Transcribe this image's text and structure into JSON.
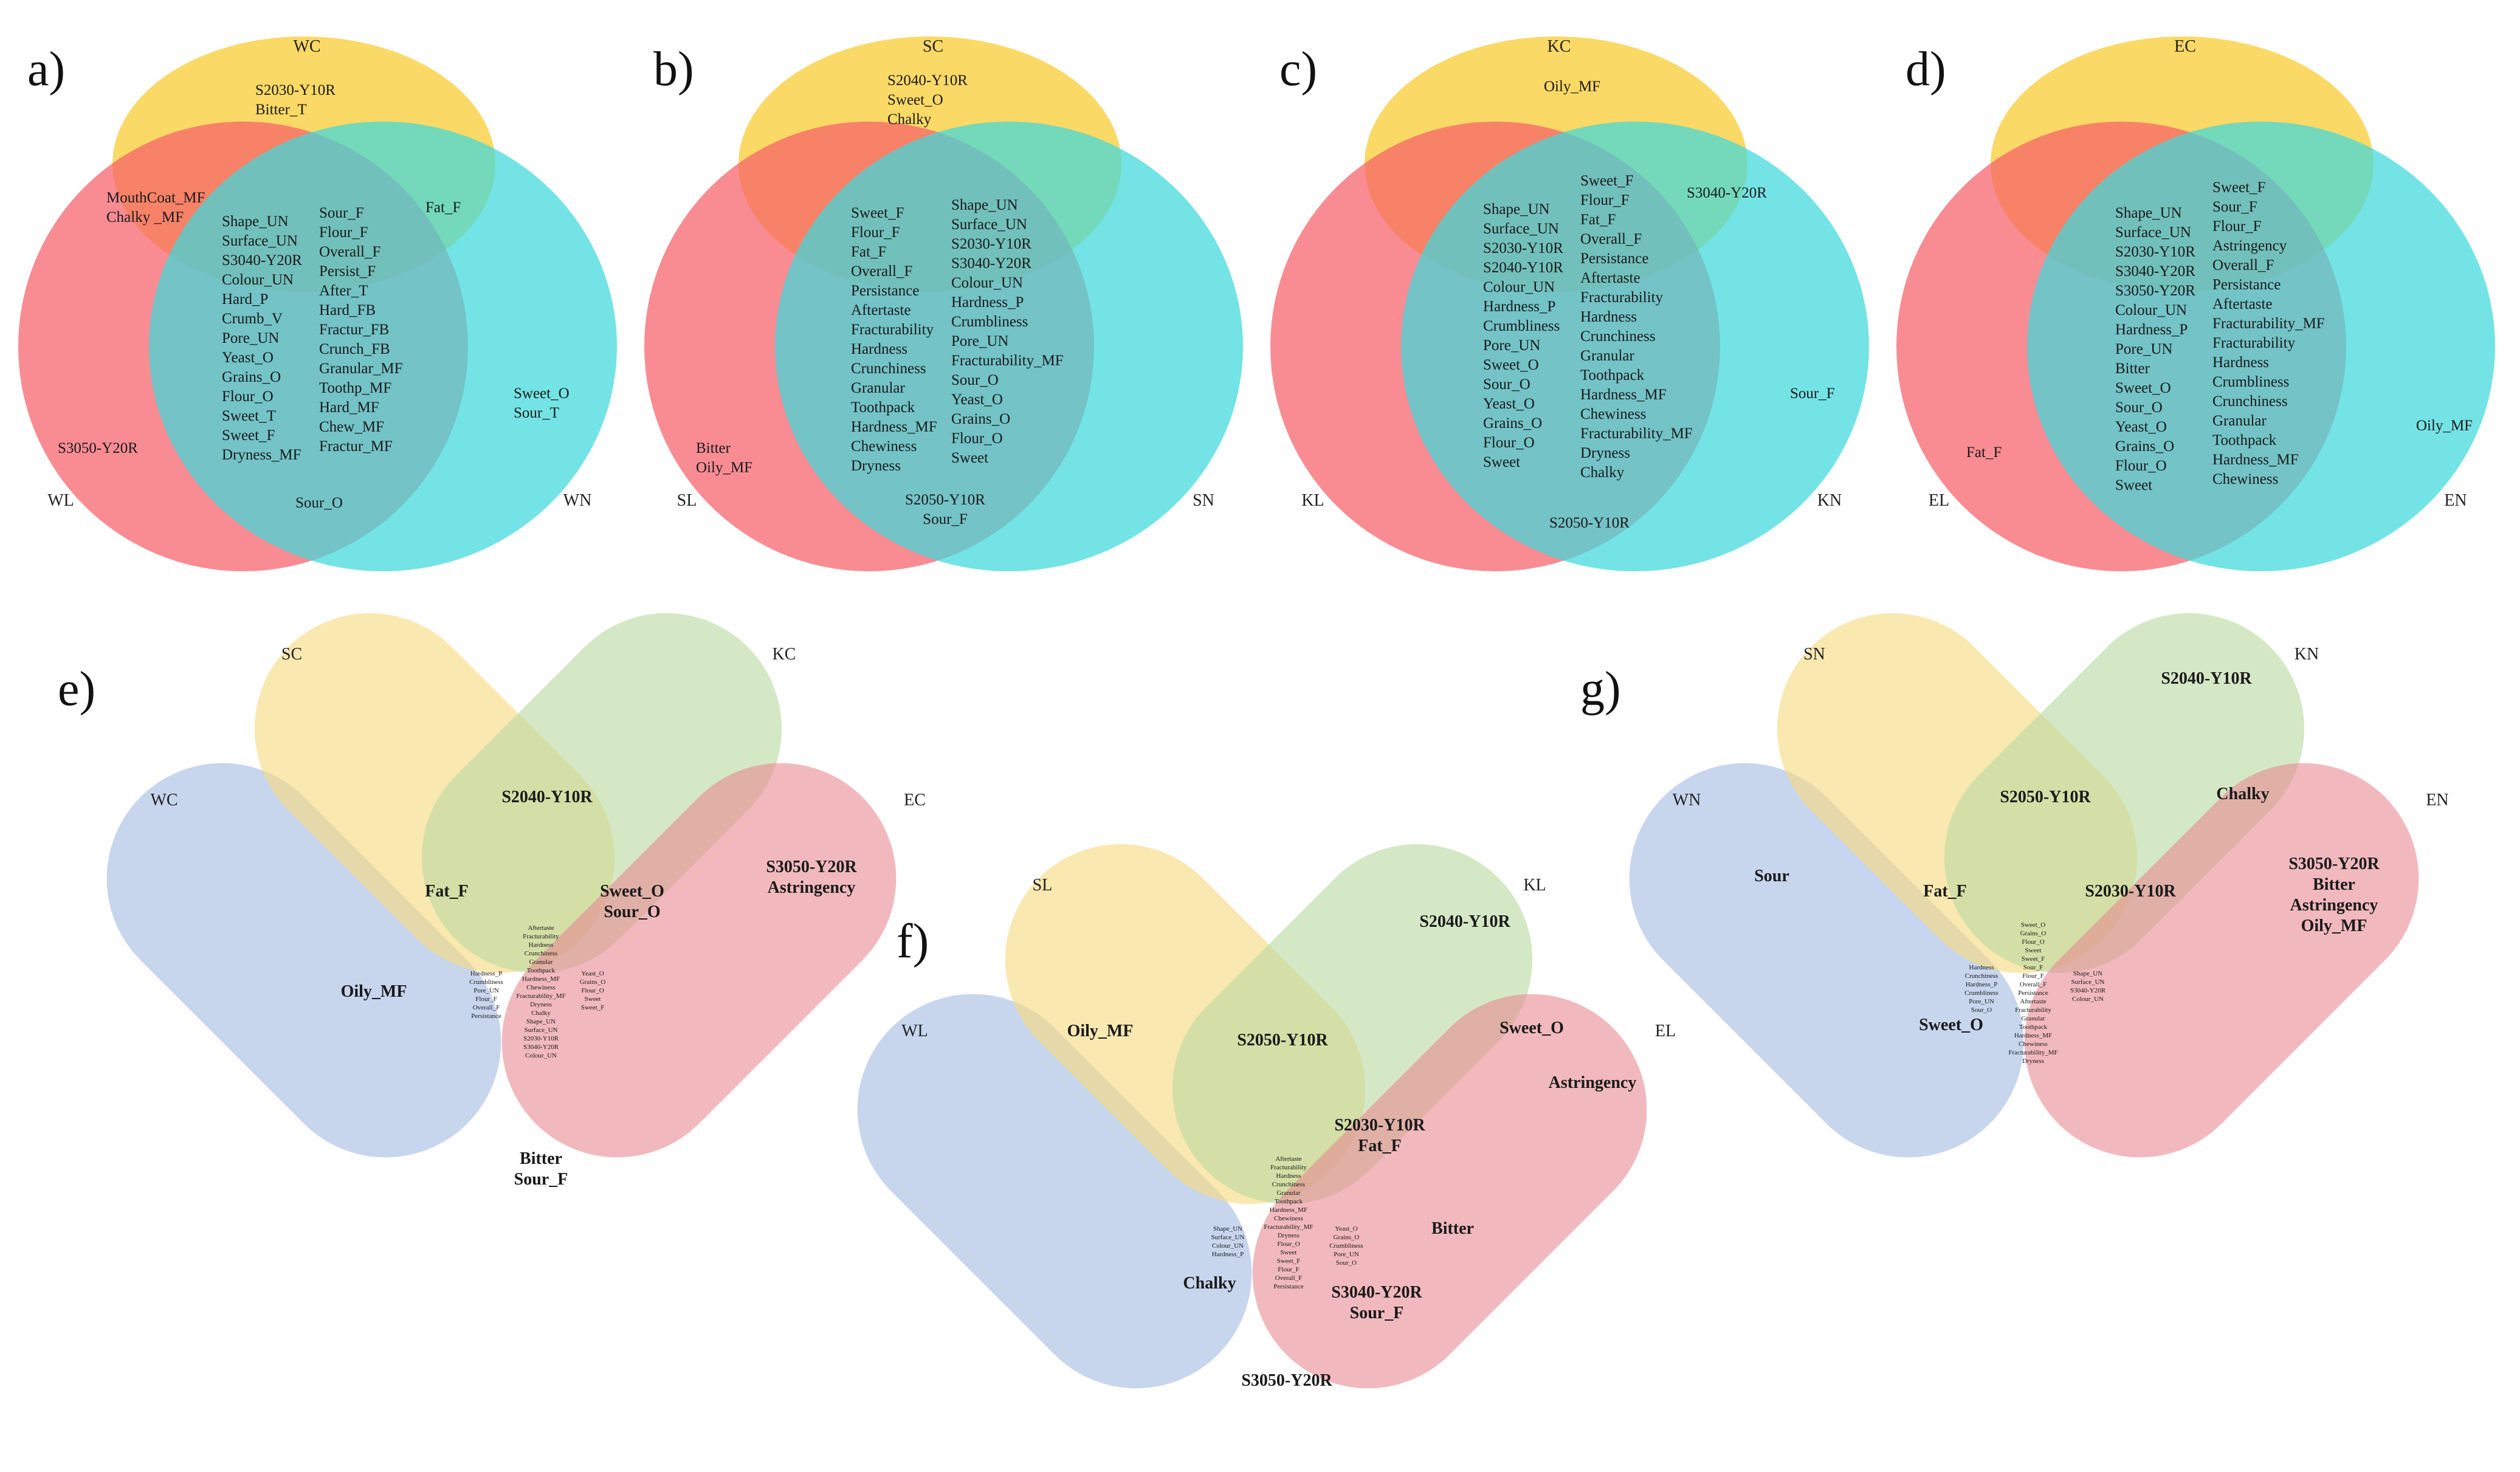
{
  "colors": {
    "yellow": "#F9D24B",
    "red": "#F65F6A",
    "cyan": "#3FD8DB",
    "blue4": "#A9BFE3",
    "yellow4": "#F6DC86",
    "green4": "#B9D8A0",
    "red4": "#E78A92",
    "purple4": "#9E6F9E",
    "lblBlue": "#6E8CC7",
    "lblYellow": "#E5B500",
    "lblGreen": "#7DB04A",
    "lblRed": "#C8383E"
  },
  "panels3": [
    {
      "letter": "a)",
      "sets": {
        "top": "WC",
        "left": "WL",
        "right": "WN"
      },
      "regions": {
        "top_only": [
          "S2030-Y10R",
          "Bitter_T"
        ],
        "top_left": [
          "MouthCoat_MF",
          "Chalky _MF"
        ],
        "top_right": [
          "Fat_F"
        ],
        "center_a": [
          "Shape_UN",
          "Surface_UN",
          "S3040-Y20R",
          "Colour_UN",
          "Hard_P",
          "Crumb_V",
          "Pore_UN",
          "Yeast_O",
          "Grains_O",
          "Flour_O",
          "Sweet_T",
          "Sweet_F",
          "Dryness_MF"
        ],
        "center_b": [
          "Sour_F",
          "Flour_F",
          "Overall_F",
          "Persist_F",
          "After_T",
          "Hard_FB",
          "Fractur_FB",
          "Crunch_FB",
          "Granular_MF",
          "Toothp_MF",
          "Hard_MF",
          "Chew_MF",
          "Fractur_MF"
        ],
        "left_only": [
          "S3050-Y20R"
        ],
        "right_only": [
          "Sweet_O",
          "Sour_T"
        ],
        "left_right": [
          "Sour_O"
        ]
      }
    },
    {
      "letter": "b)",
      "sets": {
        "top": "SC",
        "left": "SL",
        "right": "SN"
      },
      "regions": {
        "top_only": [
          "S2040-Y10R",
          "Sweet_O",
          "Chalky"
        ],
        "top_left": [],
        "top_right": [],
        "center_a": [
          "Sweet_F",
          "Flour_F",
          "Fat_F",
          "Overall_F",
          "Persistance",
          "Aftertaste",
          "Fracturability",
          "Hardness",
          "Crunchiness",
          "Granular",
          "Toothpack",
          "Hardness_MF",
          "Chewiness",
          "Dryness"
        ],
        "center_b": [
          "Shape_UN",
          "Surface_UN",
          "S2030-Y10R",
          "S3040-Y20R",
          "Colour_UN",
          "Hardness_P",
          "Crumbliness",
          "Pore_UN",
          "Fracturability_MF",
          "Sour_O",
          "Yeast_O",
          "Grains_O",
          "Flour_O",
          "Sweet"
        ],
        "left_only": [
          "Bitter",
          "Oily_MF"
        ],
        "right_only": [],
        "left_right": [
          "S2050-Y10R",
          "Sour_F"
        ]
      }
    },
    {
      "letter": "c)",
      "sets": {
        "top": "KC",
        "left": "KL",
        "right": "KN"
      },
      "regions": {
        "top_only": [
          "Oily_MF"
        ],
        "top_left": [],
        "top_right": [
          "S3040-Y20R"
        ],
        "center_a": [
          "Shape_UN",
          "Surface_UN",
          "S2030-Y10R",
          "S2040-Y10R",
          "Colour_UN",
          "Hardness_P",
          "Crumbliness",
          "Pore_UN",
          "Sweet_O",
          "Sour_O",
          "Yeast_O",
          "Grains_O",
          "Flour_O",
          "Sweet"
        ],
        "center_b": [
          "Sweet_F",
          "Flour_F",
          "Fat_F",
          "Overall_F",
          "Persistance",
          "Aftertaste",
          "Fracturability",
          "Hardness",
          "Crunchiness",
          "Granular",
          "Toothpack",
          "Hardness_MF",
          "Chewiness",
          "Fracturability_MF",
          "Dryness",
          "Chalky"
        ],
        "left_only": [],
        "right_only": [
          "Sour_F"
        ],
        "left_right": [
          "S2050-Y10R"
        ]
      }
    },
    {
      "letter": "d)",
      "sets": {
        "top": "EC",
        "left": "EL",
        "right": "EN"
      },
      "regions": {
        "top_only": [],
        "top_left": [],
        "top_right": [],
        "center_a": [
          "Shape_UN",
          "Surface_UN",
          "S2030-Y10R",
          "S3040-Y20R",
          "S3050-Y20R",
          "Colour_UN",
          "Hardness_P",
          "Pore_UN",
          "Bitter",
          "Sweet_O",
          "Sour_O",
          "Yeast_O",
          "Grains_O",
          "Flour_O",
          "Sweet"
        ],
        "center_b": [
          "Sweet_F",
          "Sour_F",
          "Flour_F",
          "Astringency",
          "Overall_F",
          "Persistance",
          "Aftertaste",
          "Fracturability_MF",
          "Fracturability",
          "Hardness",
          "Crumbliness",
          "Crunchiness",
          "Granular",
          "Toothpack",
          "Hardness_MF",
          "Chewiness"
        ],
        "left_only": [
          "Fat_F"
        ],
        "right_only": [
          "Oily_MF"
        ],
        "left_right": []
      }
    }
  ],
  "panels4": [
    {
      "letter": "e)",
      "sets": {
        "a": "WC",
        "b": "SC",
        "c": "KC",
        "d": "EC"
      },
      "labels": {
        "b_c": [
          "S2040-Y10R"
        ],
        "d_only": [
          "S3050-Y20R",
          "Astringency"
        ],
        "a_b": [
          "Fat_F"
        ],
        "b_c_d": [
          "Sweet_O",
          "Sour_O"
        ],
        "a_c": [
          "Oily_MF"
        ],
        "a_d": [
          "Bitter",
          "Sour_F"
        ],
        "center": [
          "Aftertaste",
          "Fracturability",
          "Hardness",
          "Crunchiness",
          "Granular",
          "Toothpack",
          "Hardness_MF",
          "Chewiness",
          "Fracturability_MF",
          "Dryness",
          "Chalky",
          "Shape_UN",
          "Surface_UN",
          "S2030-Y10R",
          "S3040-Y20R",
          "Colour_UN"
        ],
        "center_left": [
          "Hardness_P",
          "Crumbliness",
          "Pore_UN",
          "Flour_F",
          "Overall_F",
          "Persistance"
        ],
        "center_right": [
          "Yeast_O",
          "Grains_O",
          "Flour_O",
          "Sweet",
          "Sweet_F"
        ]
      }
    },
    {
      "letter": "f)",
      "sets": {
        "a": "WL",
        "b": "SL",
        "c": "KL",
        "d": "EL"
      },
      "labels": {
        "c_only": [
          "S2040-Y10R"
        ],
        "a_b": [
          "Oily_MF"
        ],
        "b_c": [
          "S2050-Y10R"
        ],
        "c_d": [
          "Sweet_O"
        ],
        "d_only": [
          "Astringency"
        ],
        "b_c_d": [
          "S2030-Y10R",
          "Fat_F"
        ],
        "b_d": [
          "Bitter"
        ],
        "a_c": [
          "Chalky"
        ],
        "a_c_d": [
          "S3040-Y20R",
          "Sour_F"
        ],
        "a_d": [
          "S3050-Y20R"
        ],
        "center": [
          "Aftertaste",
          "Fracturability",
          "Hardness",
          "Crunchiness",
          "Granular",
          "Toothpack",
          "Hardness_MF",
          "Chewiness",
          "Fracturability_MF",
          "Dryness",
          "Flour_O",
          "Sweet",
          "Sweet_F",
          "Flour_F",
          "Overall_F",
          "Persistance"
        ],
        "center_left": [
          "Shape_UN",
          "Surface_UN",
          "Colour_UN",
          "Hardness_P"
        ],
        "center_right": [
          "Yeast_O",
          "Grains_O",
          "Crumbliness",
          "Pore_UN",
          "Sour_O"
        ]
      }
    },
    {
      "letter": "g)",
      "sets": {
        "a": "WN",
        "b": "SN",
        "c": "KN",
        "d": "EN"
      },
      "labels": {
        "c_only": [
          "S2040-Y10R"
        ],
        "a_only": [
          "Sour"
        ],
        "b_c": [
          "S2050-Y10R"
        ],
        "c_d": [
          "Chalky"
        ],
        "d_only": [
          "S3050-Y20R",
          "Bitter",
          "Astringency",
          "Oily_MF"
        ],
        "a_b": [
          "Fat_F"
        ],
        "b_c_d": [
          "S2030-Y10R"
        ],
        "a_c": [
          "Sweet_O"
        ],
        "center": [
          "Sweet_O",
          "Grains_O",
          "Flour_O",
          "Sweet",
          "Sweet_F",
          "Sour_F",
          "Flour_F",
          "Overall_F",
          "Persistance",
          "Aftertaste",
          "Fracturability",
          "Granular",
          "Toothpack",
          "Hardness_MF",
          "Chewiness",
          "Fracturability_MF",
          "Dryness"
        ],
        "center_left": [
          "Hardness",
          "Crunchiness",
          "Hardness_P",
          "Crumbliness",
          "Pore_UN",
          "Sour_O"
        ],
        "center_right": [
          "Shape_UN",
          "Surface_UN",
          "S3040-Y20R",
          "Colour_UN"
        ]
      }
    }
  ]
}
